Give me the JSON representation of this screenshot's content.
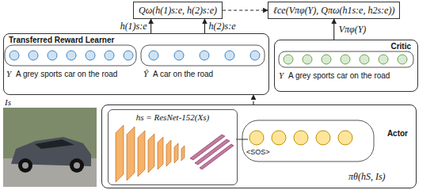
{
  "diagram": {
    "nodes": [
      {
        "text": [
          "Qω(h(1)s:e, h(2)s:e)"
        ]
      },
      {
        "text": [
          "ℓce(Vπφ(Y), Qπω(h1s:e, h2s:e))"
        ]
      },
      {
        "text": [
          "Transferred Reward Learner"
        ]
      },
      {
        "text": [
          "Critic"
        ]
      },
      {
        "text": [
          "Actor"
        ]
      },
      {
        "text": [
          "hs = ResNet-152(Xs)"
        ],
        "in": 4
      }
    ],
    "edges": [
      {
        "from": 0,
        "to": 1,
        "arrow": "to"
      },
      {
        "from": 3,
        "to": 1,
        "arrow": "to",
        "label": "Vπφ(Y)"
      },
      {
        "from": 2,
        "to": 0,
        "arrow": "to",
        "label": "h(1)s:e"
      },
      {
        "from": 2,
        "to": 0,
        "arrow": "to",
        "label": "h(2)s:e"
      },
      {
        "from": 4,
        "to": 2,
        "arrow": "to"
      }
    ],
    "labels": [
      "Y",
      "A grey sports car on the road",
      "Ŷ",
      "A car on the road",
      "Y",
      "A grey sports car on the road",
      "Is",
      "<SOS>",
      "πθ(hS, Is)"
    ]
  }
}
